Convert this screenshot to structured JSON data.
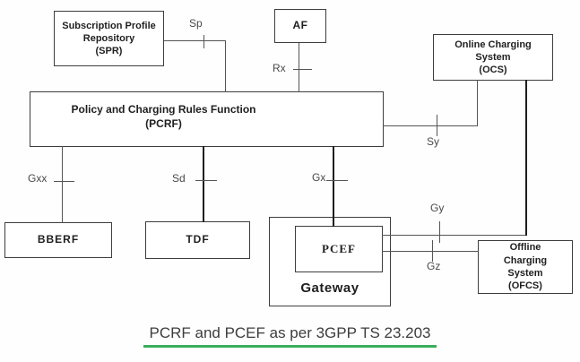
{
  "diagram": {
    "boxes": {
      "spr": {
        "lines": [
          "Subscription Profile",
          "Repository",
          "(SPR)"
        ]
      },
      "af": {
        "label": "AF"
      },
      "ocs": {
        "lines": [
          "Online Charging",
          "System",
          "(OCS)"
        ]
      },
      "pcrf": {
        "lines": [
          "Policy and Charging Rules Function",
          "(PCRF)"
        ]
      },
      "bberf": {
        "label": "BBERF"
      },
      "tdf": {
        "label": "TDF"
      },
      "gateway": {
        "label": "Gateway"
      },
      "pcef": {
        "label": "PCEF"
      },
      "ofcs": {
        "lines": [
          "Offline",
          "Charging",
          "System",
          "(OFCS)"
        ]
      }
    },
    "interfaces": {
      "sp": "Sp",
      "rx": "Rx",
      "sy": "Sy",
      "gxx": "Gxx",
      "sd": "Sd",
      "gx": "Gx",
      "gy": "Gy",
      "gz": "Gz"
    },
    "colors": {
      "box_border": "#3d3d3d",
      "line": "#555555",
      "line_thick": "#1e1e1e"
    }
  },
  "caption": {
    "text": "PCRF and PCEF as per 3GPP TS 23.203",
    "text_color": "#3d3d3d",
    "underline_color": "#3bae5b"
  }
}
